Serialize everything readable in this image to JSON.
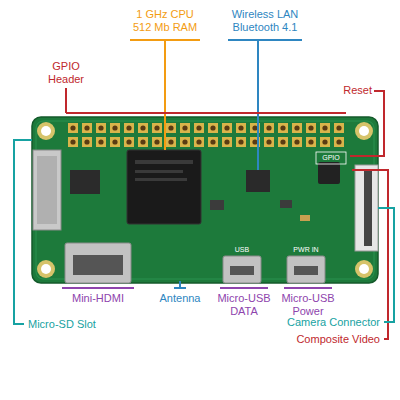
{
  "diagram": {
    "labels": [
      "1 GHz CPU 512 Mb RAM",
      "Wireless LAN Bluetooth 4.1",
      "GPIO Header",
      "Reset",
      "GPIO",
      "USB",
      "PWR IN",
      "Mini-HDMI",
      "Antenna",
      "Micro-USB DATA",
      "Micro-USB Power",
      "Micro-SD Slot",
      "Camera Connector",
      "Composite Video"
    ]
  }
}
